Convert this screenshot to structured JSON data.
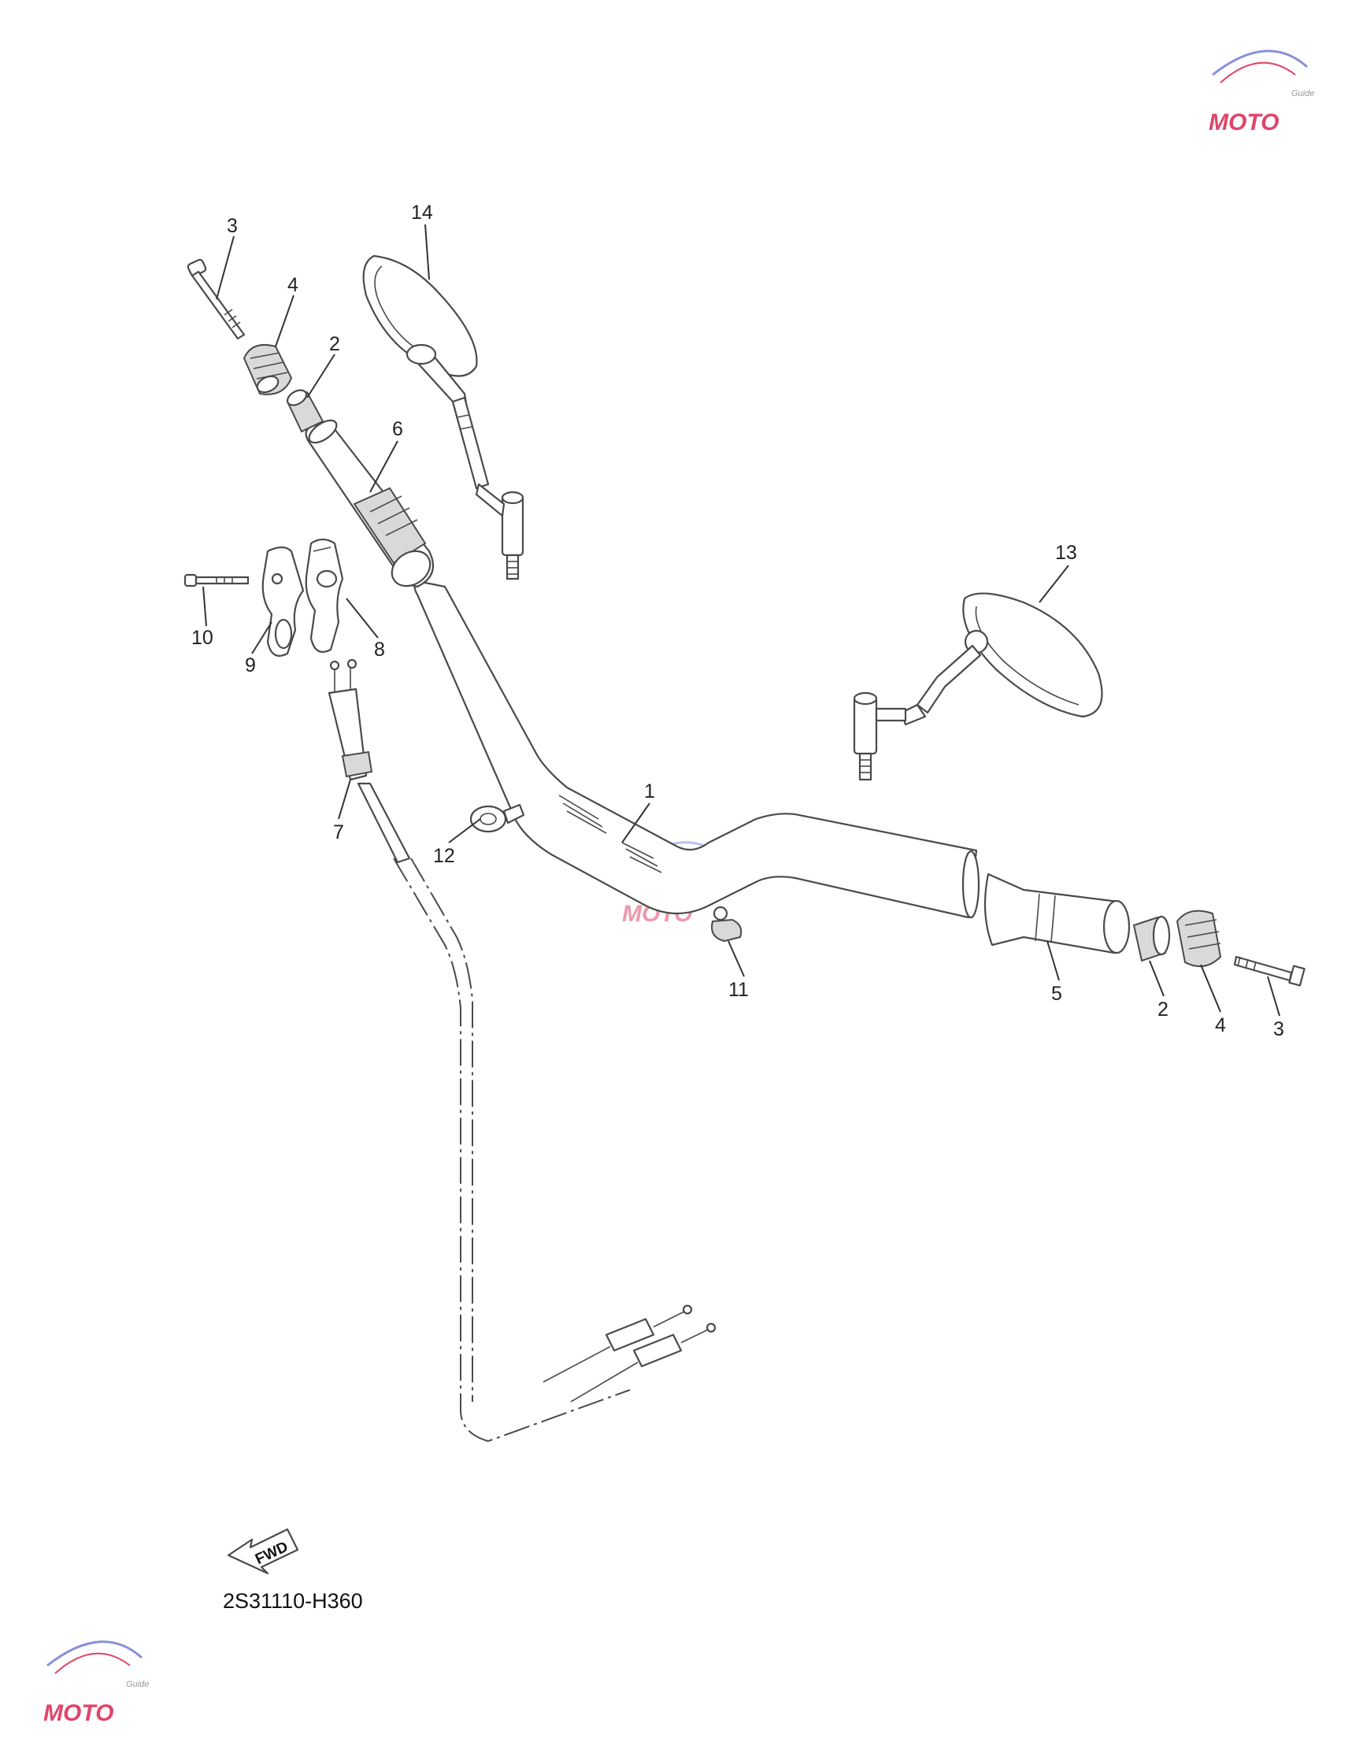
{
  "diagram_code": "2S31110-H360",
  "fwd_label": "FWD",
  "watermark": {
    "text": "MOTO",
    "subtext": "Guide",
    "colors": {
      "red": "#e0456a",
      "blue": "#8a8fd8",
      "grey": "#b9b9b9"
    }
  },
  "callouts": {
    "p1": "1",
    "p2a": "2",
    "p2b": "2",
    "p3a": "3",
    "p3b": "3",
    "p4a": "4",
    "p4b": "4",
    "p5": "5",
    "p6": "6",
    "p7": "7",
    "p8": "8",
    "p9": "9",
    "p10": "10",
    "p11": "11",
    "p12": "12",
    "p13": "13",
    "p14": "14"
  },
  "colors": {
    "line": "#4a4a4a",
    "shade": "#d9d9d9",
    "background": "#ffffff"
  }
}
